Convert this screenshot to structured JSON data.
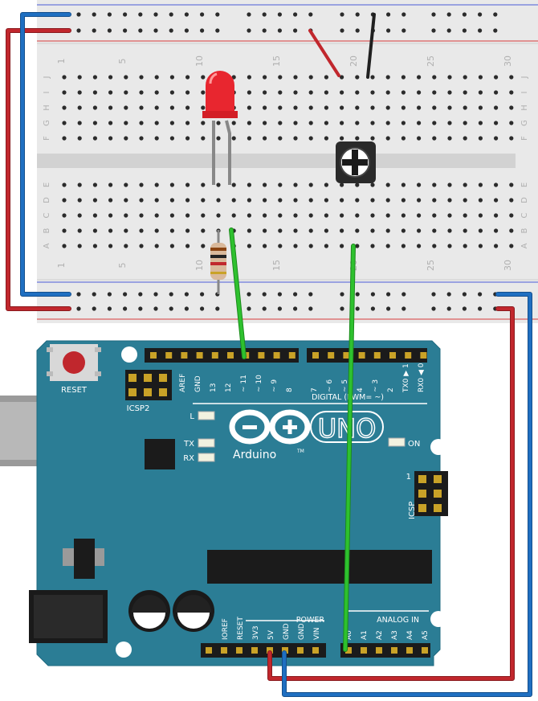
{
  "breadboard": {
    "column_numbers": [
      "1",
      "5",
      "10",
      "15",
      "20",
      "25",
      "30"
    ],
    "top_row_letters": [
      "J",
      "I",
      "H",
      "G",
      "F"
    ],
    "bottom_row_letters": [
      "E",
      "D",
      "C",
      "B",
      "A"
    ]
  },
  "arduino": {
    "reset_label": "RESET",
    "icsp2_label": "ICSP2",
    "icsp_label": "ICSP",
    "icsp_pin1_label": "1",
    "digital_pins": [
      "AREF",
      "GND",
      "13",
      "12",
      "~ 11",
      "~ 10",
      "~ 9",
      "8",
      "7",
      "~ 6",
      "~ 5",
      "4",
      "~ 3",
      "2",
      "TX0 ▶ 1",
      "RX0 ◀ 0"
    ],
    "digital_title": "DIGITAL (PWM= ~)",
    "led_l_label": "L",
    "led_tx_label": "TX",
    "led_rx_label": "RX",
    "on_label": "ON",
    "brand_label": "Arduino",
    "tm_label": "TM",
    "model_label": "UNO",
    "power_title": "POWER",
    "power_pins": [
      "IOREF",
      "RESET",
      "3V3",
      "5V",
      "GND",
      "GND",
      "VIN"
    ],
    "analog_title": "ANALOG IN",
    "analog_pins": [
      "A0",
      "A1",
      "A2",
      "A3",
      "A4",
      "A5"
    ]
  },
  "colors": {
    "board_teal": "#2b7d95",
    "wire_red": "#c1272d",
    "wire_blue": "#1f6fc1",
    "wire_green": "#2ec12e",
    "wire_black": "#202020",
    "led_red": "#e8262f"
  }
}
